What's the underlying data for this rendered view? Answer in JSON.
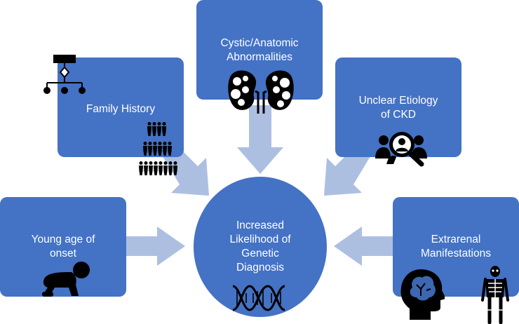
{
  "colors": {
    "box": "#4472c4",
    "arrow": "#adbfe1",
    "icon": "#000000",
    "text": "#ffffff"
  },
  "nodes": {
    "family_history": {
      "label": "Family History",
      "icons": [
        "pedigree-icon",
        "population-icon"
      ]
    },
    "cystic": {
      "label": "Cystic/Anatomic\nAbnormalities",
      "icons": [
        "kidneys-icon"
      ]
    },
    "unclear": {
      "label": "Unclear Etiology\nof CKD",
      "icons": [
        "search-people-icon"
      ]
    },
    "young_age": {
      "label": "Young age of\nonset",
      "icons": [
        "crawling-baby-icon"
      ]
    },
    "extrarenal": {
      "label": "Extrarenal\nManifestations",
      "icons": [
        "brain-head-icon",
        "skeleton-icon"
      ]
    },
    "center": {
      "label": "Increased\nLikelihood of\nGenetic\nDiagnosis",
      "icons": [
        "dna-icon"
      ]
    }
  }
}
